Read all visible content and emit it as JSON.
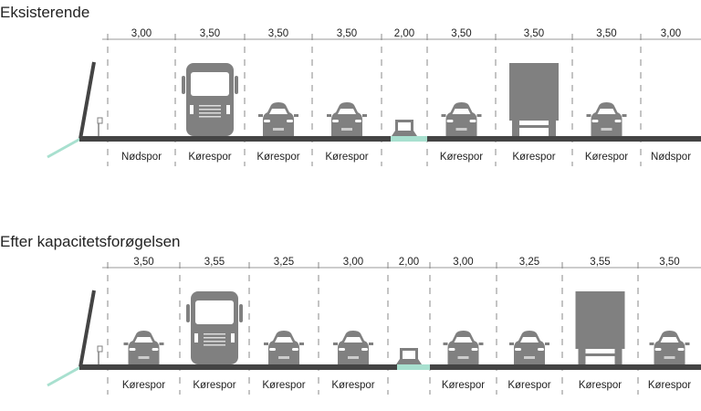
{
  "colors": {
    "road": "#444444",
    "vehicle": "#808080",
    "median": "#a8e0cf",
    "dim_line": "#999999"
  },
  "sections": [
    {
      "title": "Eksisterende",
      "lanes": [
        {
          "width": "3,00",
          "label": "Nødspor",
          "vehicle": "none"
        },
        {
          "width": "3,50",
          "label": "Kørespor",
          "vehicle": "truck-front"
        },
        {
          "width": "3,50",
          "label": "Kørespor",
          "vehicle": "car"
        },
        {
          "width": "3,50",
          "label": "Kørespor",
          "vehicle": "car"
        },
        {
          "width": "2,00",
          "label": "",
          "vehicle": "median-barrier"
        },
        {
          "width": "3,50",
          "label": "Kørespor",
          "vehicle": "car"
        },
        {
          "width": "3,50",
          "label": "Kørespor",
          "vehicle": "truck-rear"
        },
        {
          "width": "3,50",
          "label": "Kørespor",
          "vehicle": "car"
        },
        {
          "width": "3,00",
          "label": "Nødspor",
          "vehicle": "none"
        }
      ]
    },
    {
      "title": "Efter kapacitetsforøgelsen",
      "lanes": [
        {
          "width": "3,50",
          "label": "Kørespor",
          "vehicle": "car"
        },
        {
          "width": "3,55",
          "label": "Kørespor",
          "vehicle": "truck-front"
        },
        {
          "width": "3,25",
          "label": "Kørespor",
          "vehicle": "car"
        },
        {
          "width": "3,00",
          "label": "Kørespor",
          "vehicle": "car"
        },
        {
          "width": "2,00",
          "label": "",
          "vehicle": "median-barrier"
        },
        {
          "width": "3,00",
          "label": "Kørespor",
          "vehicle": "car"
        },
        {
          "width": "3,25",
          "label": "Kørespor",
          "vehicle": "car"
        },
        {
          "width": "3,55",
          "label": "Kørespor",
          "vehicle": "truck-rear"
        },
        {
          "width": "3,50",
          "label": "Kørespor",
          "vehicle": "car"
        }
      ]
    }
  ]
}
